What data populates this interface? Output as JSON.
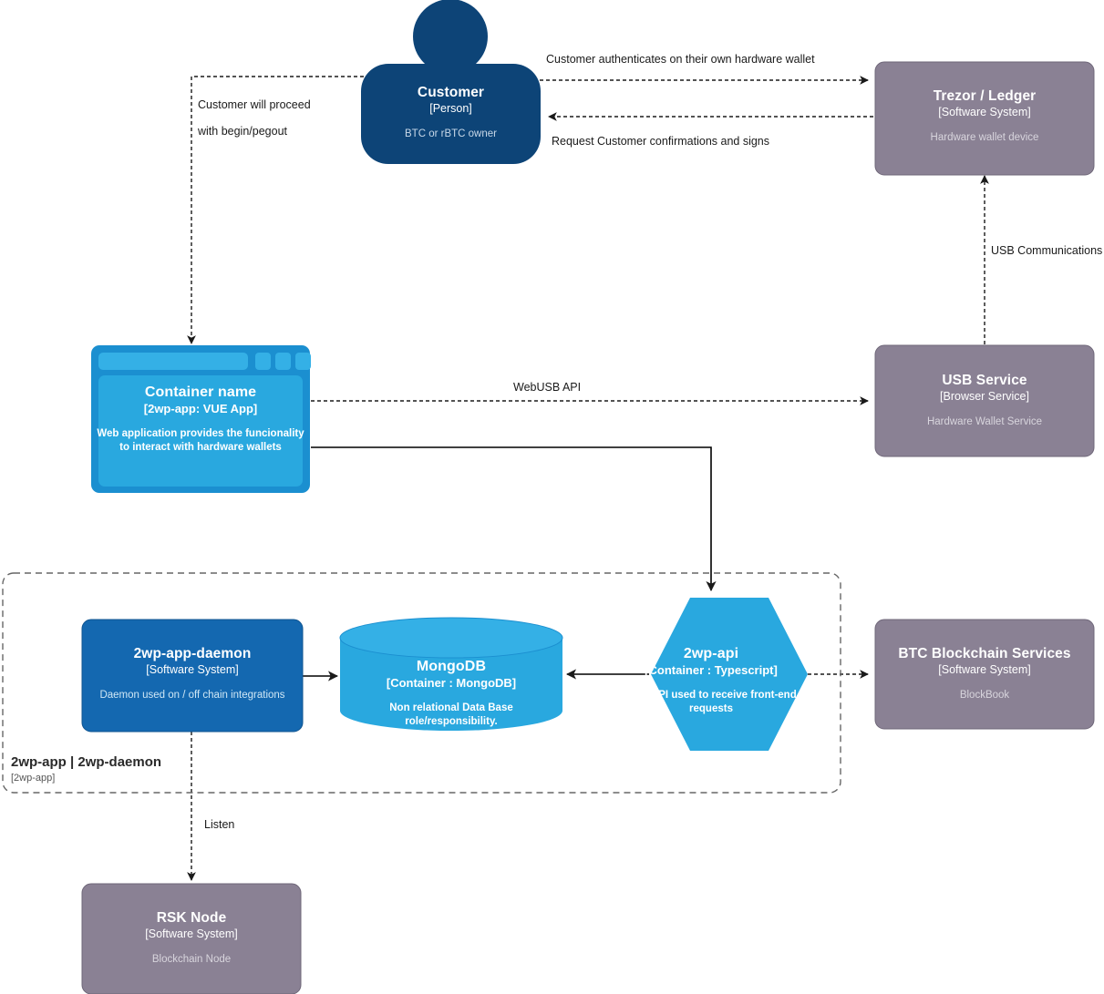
{
  "diagram": {
    "type": "C4 Container Diagram",
    "background": "#ffffff",
    "palette": {
      "person": "#0d4477",
      "software_system": "#1468b0",
      "external_system": "#8a8194",
      "container": "#29a8df",
      "edge": "#1a1a1a",
      "boundary": "#666666"
    }
  },
  "nodes": {
    "customer": {
      "title": "Customer",
      "type": "[Person]",
      "description": "BTC or rBTC owner",
      "shape": "person",
      "color": "#0d4477"
    },
    "trezor_ledger": {
      "title": "Trezor / Ledger",
      "type": "[Software System]",
      "description": "Hardware wallet device",
      "shape": "rounded-rect",
      "color": "#8a8194"
    },
    "usb_service": {
      "title": "USB Service",
      "type": "[Browser Service]",
      "description": "Hardware Wallet Service",
      "shape": "rounded-rect",
      "color": "#8a8194"
    },
    "container_name": {
      "title": "Container name",
      "type": "[2wp-app: VUE App]",
      "description": "Web application provides the funcionality to interact with hardware wallets",
      "shape": "browser-window",
      "color": "#29a8df"
    },
    "daemon": {
      "title": "2wp-app-daemon",
      "type": "[Software System]",
      "description": "Daemon used on / off chain integrations",
      "shape": "rounded-rect",
      "color": "#1468b0"
    },
    "mongodb": {
      "title": "MongoDB",
      "type": "[Container : MongoDB]",
      "description": "Non relational Data Base role/responsibility.",
      "shape": "cylinder",
      "color": "#29a8df"
    },
    "api": {
      "title": "2wp-api",
      "type": "[Container : Typescript]",
      "description": "Rest API used to receive front-end requests",
      "shape": "hexagon",
      "color": "#29a8df"
    },
    "btc_blockchain": {
      "title": "BTC Blockchain Services",
      "type": "[Software System]",
      "description": "BlockBook",
      "shape": "rounded-rect",
      "color": "#8a8194"
    },
    "rsk_node": {
      "title": "RSK Node",
      "type": "[Software System]",
      "description": "Blockchain Node",
      "shape": "rounded-rect",
      "color": "#8a8194"
    }
  },
  "boundary": {
    "title": "2wp-app | 2wp-daemon",
    "type": "[2wp-app]"
  },
  "edges": [
    {
      "id": "customer-to-trezor",
      "label": "Customer authenticates on their own hardware wallet",
      "style": "dashed",
      "direction": "right"
    },
    {
      "id": "trezor-to-customer",
      "label": "Request Customer confirmations and signs",
      "style": "dashed",
      "direction": "left"
    },
    {
      "id": "customer-to-app-line1",
      "label": "Customer will proceed",
      "style": "dashed",
      "direction": "down"
    },
    {
      "id": "customer-to-app-line2",
      "label": "with begin/pegout",
      "style": "dashed",
      "direction": "down"
    },
    {
      "id": "usbservice-to-trezor",
      "label": "USB Communications",
      "style": "dashed",
      "direction": "up"
    },
    {
      "id": "app-to-usbservice",
      "label": "WebUSB API",
      "style": "dashed",
      "direction": "right"
    },
    {
      "id": "app-to-api",
      "label": "",
      "style": "solid",
      "direction": "down"
    },
    {
      "id": "daemon-to-mongodb",
      "label": "",
      "style": "solid",
      "direction": "right"
    },
    {
      "id": "api-to-mongodb",
      "label": "",
      "style": "solid",
      "direction": "left"
    },
    {
      "id": "api-to-btc",
      "label": "",
      "style": "dashed",
      "direction": "right"
    },
    {
      "id": "daemon-to-rsknode",
      "label": "Listen",
      "style": "dashed",
      "direction": "down"
    }
  ]
}
